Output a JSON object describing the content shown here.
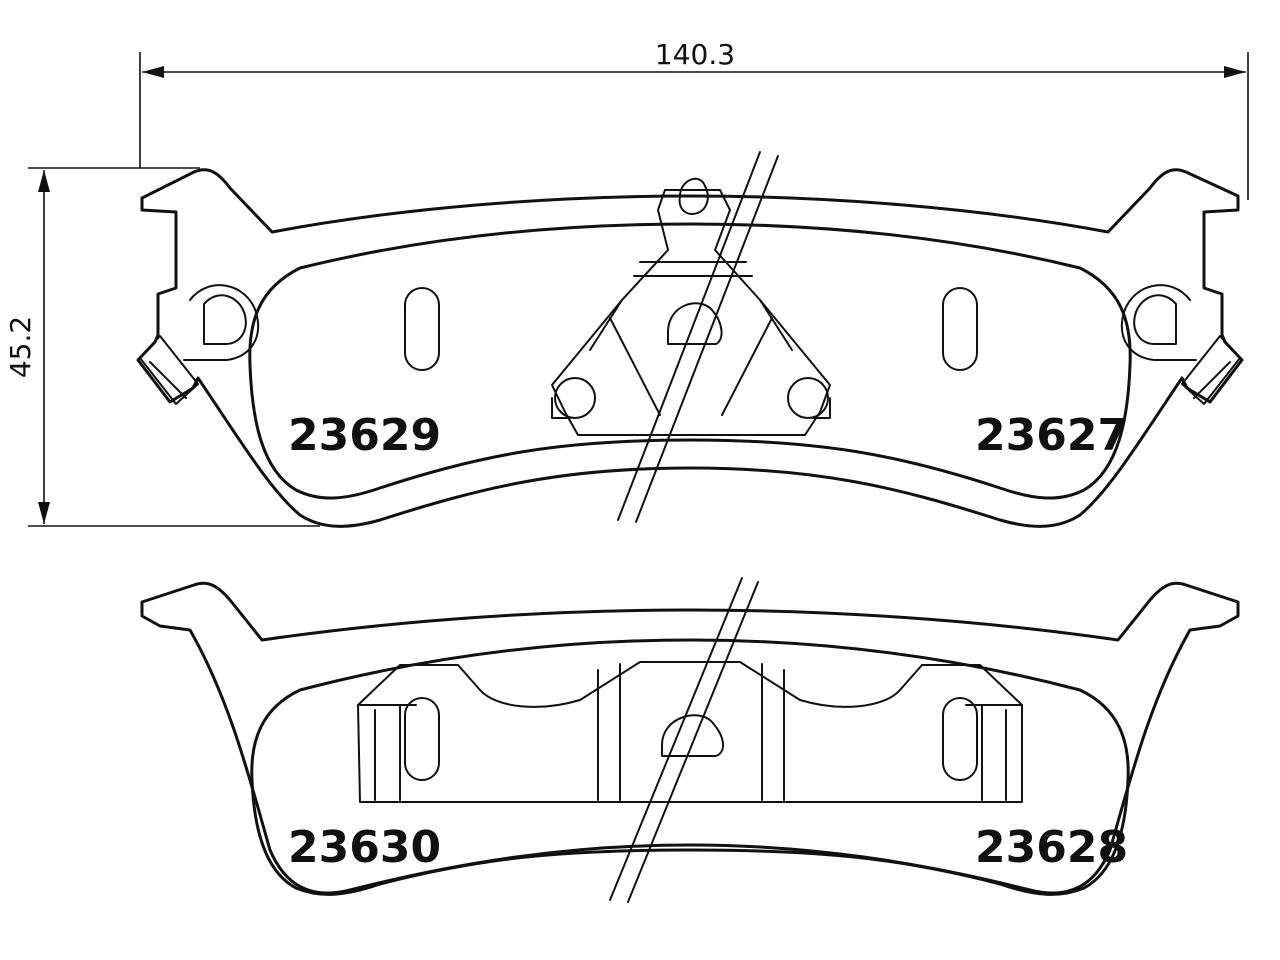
{
  "dimensions": {
    "width": "140.3",
    "height": "45.2"
  },
  "parts": {
    "upper_left": "23629",
    "upper_right": "23627",
    "lower_left": "23630",
    "lower_right": "23628"
  },
  "colors": {
    "line": "#111111",
    "background": "#ffffff"
  }
}
